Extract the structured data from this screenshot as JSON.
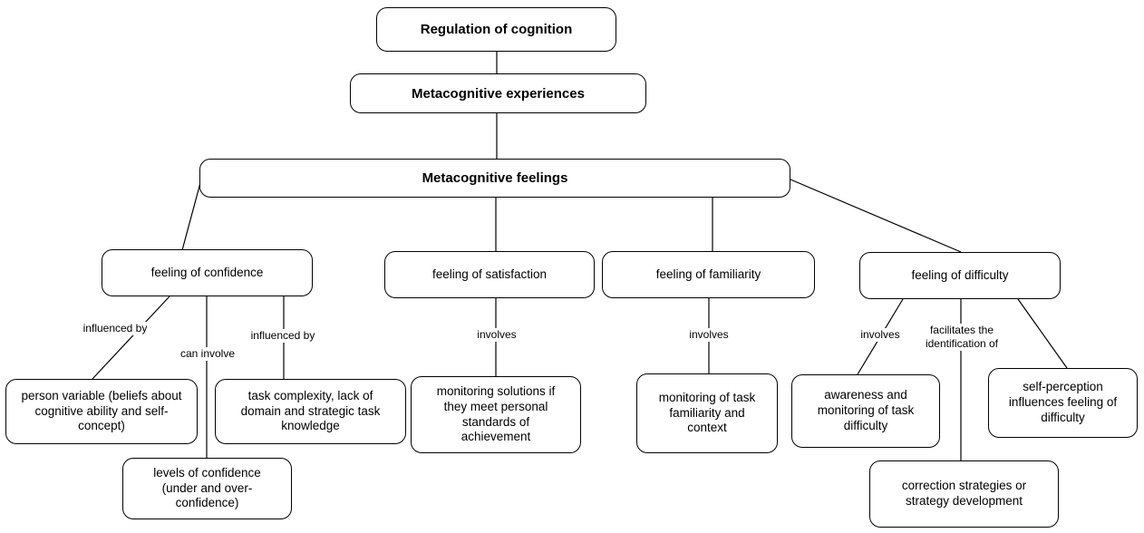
{
  "diagram": {
    "type": "concept-map",
    "background_color": "#ffffff",
    "line_color": "#000000",
    "nodes": {
      "regulation": "Regulation of cognition",
      "experiences": "Metacognitive experiences",
      "feelings": "Metacognitive feelings",
      "confidence": "feeling of confidence",
      "satisfaction": "feeling of satisfaction",
      "familiarity": "feeling of familiarity",
      "difficulty": "feeling of difficulty",
      "person_variable": "person variable (beliefs about cognitive ability and self-concept)",
      "task_complexity": "task complexity, lack of domain and strategic task knowledge",
      "levels_confidence": "levels of confidence (under and over-confidence)",
      "monitoring_solutions": "monitoring solutions if they meet personal standards of achievement",
      "monitoring_task_familiarity": "monitoring of task familiarity and context",
      "awareness_task_difficulty": "awareness and monitoring of task difficulty",
      "self_perception": "self-perception influences feeling of difficulty",
      "correction_strategies": "correction strategies or strategy development"
    },
    "edge_labels": {
      "confidence_person": "influenced by",
      "confidence_levels": "can involve",
      "confidence_task": "influenced by",
      "satisfaction_monitoring": "involves",
      "familiarity_monitoring": "involves",
      "difficulty_awareness": "involves",
      "difficulty_correction": "facilitates the identification of"
    },
    "edges": [
      {
        "from": "regulation",
        "to": "experiences",
        "label": ""
      },
      {
        "from": "experiences",
        "to": "feelings",
        "label": ""
      },
      {
        "from": "feelings",
        "to": "confidence",
        "label": ""
      },
      {
        "from": "feelings",
        "to": "satisfaction",
        "label": ""
      },
      {
        "from": "feelings",
        "to": "familiarity",
        "label": ""
      },
      {
        "from": "feelings",
        "to": "difficulty",
        "label": ""
      },
      {
        "from": "confidence",
        "to": "person_variable",
        "label": "influenced by"
      },
      {
        "from": "confidence",
        "to": "levels_confidence",
        "label": "can involve"
      },
      {
        "from": "confidence",
        "to": "task_complexity",
        "label": "influenced by"
      },
      {
        "from": "satisfaction",
        "to": "monitoring_solutions",
        "label": "involves"
      },
      {
        "from": "familiarity",
        "to": "monitoring_task_familiarity",
        "label": "involves"
      },
      {
        "from": "difficulty",
        "to": "awareness_task_difficulty",
        "label": "involves"
      },
      {
        "from": "difficulty",
        "to": "correction_strategies",
        "label": "facilitates the identification of"
      },
      {
        "from": "difficulty",
        "to": "self_perception",
        "label": ""
      }
    ]
  }
}
